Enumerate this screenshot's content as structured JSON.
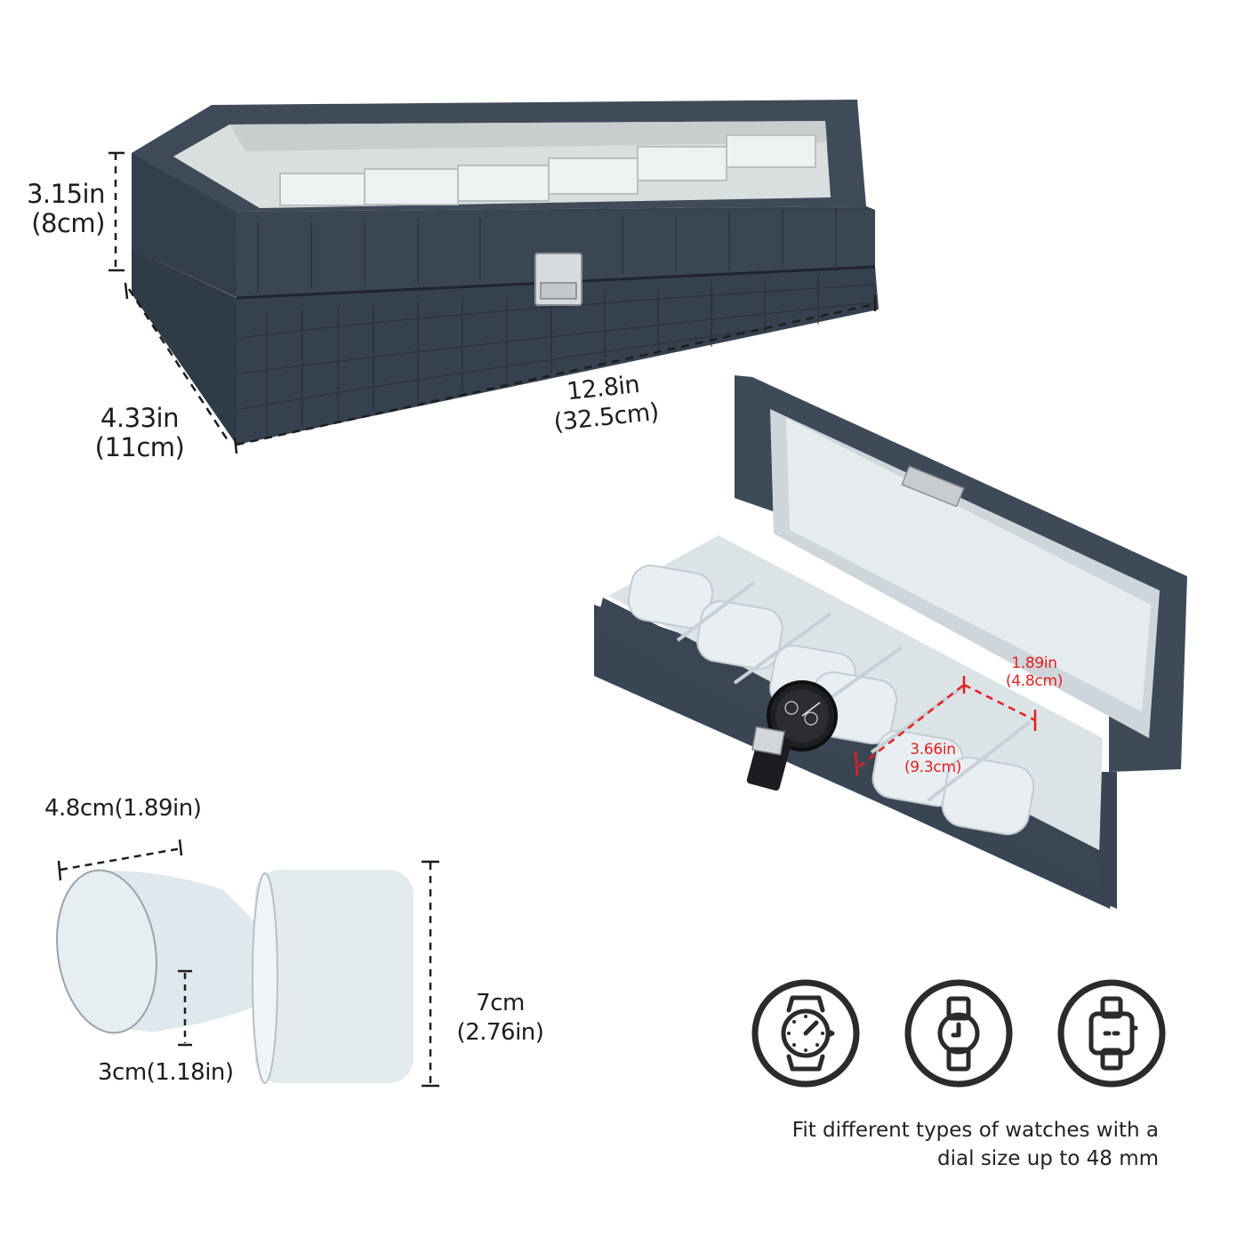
{
  "product": {
    "name": "6-slot watch box",
    "colors": {
      "leather": "#3d4957",
      "leather_dark": "#27303b",
      "lining": "#dfe6ea",
      "pillow": "#e4ecef",
      "dimension_line": "#1d1d1d",
      "dimension_line_red": "#e41f1f",
      "background": "#ffffff"
    }
  },
  "closed_box": {
    "height": {
      "in": "3.15in",
      "cm": "(8cm)"
    },
    "depth": {
      "in": "4.33in",
      "cm": "(11cm)"
    },
    "length": {
      "in": "12.8in",
      "cm": "(32.5cm)"
    }
  },
  "open_box": {
    "slot_width": {
      "in": "1.89in",
      "cm": "(4.8cm)"
    },
    "slot_depth": {
      "in": "3.66in",
      "cm": "(9.3cm)"
    },
    "slots": 6
  },
  "pillow": {
    "width": "4.8cm(1.89in)",
    "thickness": "3cm(1.18in)",
    "height": {
      "cm": "7cm",
      "in": "(2.76in)"
    }
  },
  "watch_types": {
    "icons": [
      {
        "name": "analog-watch-icon"
      },
      {
        "name": "round-watch-icon"
      },
      {
        "name": "smartwatch-icon"
      }
    ],
    "caption_line1": "Fit different types of watches with a",
    "caption_line2": "dial size up to 48 mm"
  }
}
